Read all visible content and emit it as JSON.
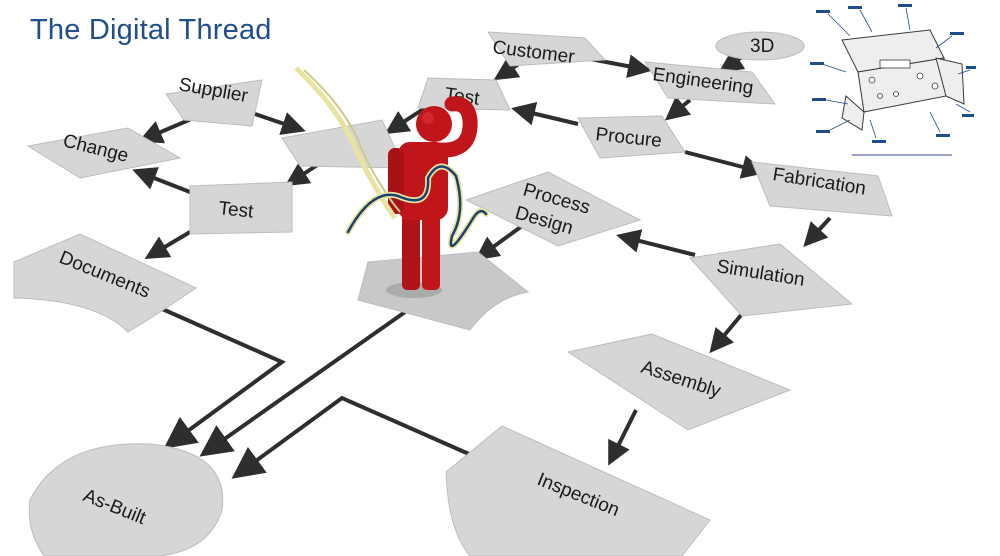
{
  "title": "The Digital Thread",
  "nodes": {
    "customer": "Customer",
    "three_d": "3D",
    "engineering": "Engineering",
    "test_top": "Test",
    "procure": "Procure",
    "supplier": "Supplier",
    "change": "Change",
    "test_left": "Test",
    "fabrication": "Fabrication",
    "process_design_line1": "Process",
    "process_design_line2": "Design",
    "documents": "Documents",
    "simulation": "Simulation",
    "assembly": "Assembly",
    "inspection": "Inspection",
    "as_built": "As-Built"
  },
  "colors": {
    "title": "#1f4e8c",
    "figure": "#c0161b",
    "shape": "#d6d6d6",
    "arrow": "#2e2e2e",
    "thread_outer": "#e8e4a0",
    "thread_inner": "#1c3f6e"
  },
  "icons": {
    "figure": "person-thinking-icon",
    "thumbnail": "cad-drawing-icon"
  }
}
